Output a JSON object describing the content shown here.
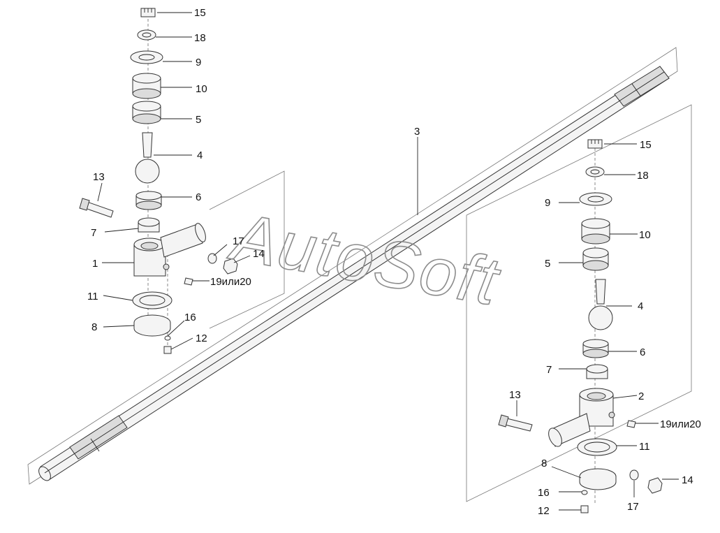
{
  "watermark": "AutoSoft",
  "labels": {
    "rod": "3",
    "left": {
      "p15": "15",
      "p18": "18",
      "p9": "9",
      "p10": "10",
      "p5": "5",
      "p4": "4",
      "p6": "6",
      "p13": "13",
      "p7": "7",
      "p17": "17",
      "p14": "14",
      "p1": "1",
      "p19": "19или20",
      "p11": "11",
      "p16": "16",
      "p8": "8",
      "p12": "12"
    },
    "right": {
      "p15": "15",
      "p18": "18",
      "p9": "9",
      "p10": "10",
      "p5": "5",
      "p4": "4",
      "p6": "6",
      "p7": "7",
      "p2": "2",
      "p13": "13",
      "p19": "19или20",
      "p11": "11",
      "p8": "8",
      "p14": "14",
      "p16": "16",
      "p17": "17",
      "p12": "12"
    }
  }
}
